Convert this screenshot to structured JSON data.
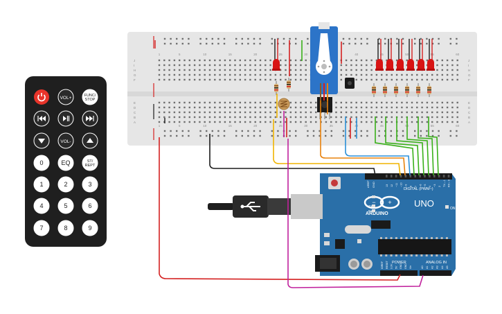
{
  "remote": {
    "buttons": [
      {
        "id": "power",
        "label": "",
        "icon": "power-icon"
      },
      {
        "id": "vol-up",
        "label": "VOL+"
      },
      {
        "id": "func-stop",
        "label": "FUNC/ STOP"
      },
      {
        "id": "rewind",
        "label": "",
        "icon": "rewind-icon"
      },
      {
        "id": "play-pause",
        "label": "",
        "icon": "play-pause-icon"
      },
      {
        "id": "fast-forward",
        "label": "",
        "icon": "fast-forward-icon"
      },
      {
        "id": "down",
        "label": "",
        "icon": "down-arrow-icon"
      },
      {
        "id": "vol-down",
        "label": "VOL-"
      },
      {
        "id": "up",
        "label": "",
        "icon": "up-arrow-icon"
      },
      {
        "id": "num-0",
        "label": "0"
      },
      {
        "id": "eq",
        "label": "EQ"
      },
      {
        "id": "st-rept",
        "label": "ST/ REPT"
      },
      {
        "id": "num-1",
        "label": "1"
      },
      {
        "id": "num-2",
        "label": "2"
      },
      {
        "id": "num-3",
        "label": "3"
      },
      {
        "id": "num-4",
        "label": "4"
      },
      {
        "id": "num-5",
        "label": "5"
      },
      {
        "id": "num-6",
        "label": "6"
      },
      {
        "id": "num-7",
        "label": "7"
      },
      {
        "id": "num-8",
        "label": "8"
      },
      {
        "id": "num-9",
        "label": "9"
      }
    ]
  },
  "breadboard": {
    "row_letters_top": [
      "J",
      "I",
      "H",
      "G",
      "F"
    ],
    "row_letters_bottom": [
      "E",
      "D",
      "C",
      "B",
      "A"
    ],
    "column_numbers": [
      "1",
      "5",
      "10",
      "15",
      "20",
      "25",
      "30",
      "35",
      "40",
      "45",
      "50",
      "55",
      "60"
    ]
  },
  "arduino": {
    "brand_text": "ARDUINO",
    "model_text": "UNO",
    "on_label": "ON",
    "tx_label": "TX",
    "rx_label": "RX",
    "l_label": "L",
    "digital_label": "DIGITAL (PWM~)",
    "power_label": "POWER",
    "analog_label": "ANALOG IN",
    "aref_label": "AREF",
    "gnd_label": "GND",
    "power_pins": [
      "IOREF",
      "RESET",
      "3.3V",
      "5V",
      "GND",
      "GND",
      "Vin"
    ],
    "analog_pins": [
      "A0",
      "A1",
      "A2",
      "A3",
      "A4",
      "A5"
    ],
    "digital_pins": [
      "13",
      "12",
      "~11",
      "~10",
      "~9",
      "8",
      "7",
      "~6",
      "~5",
      "4",
      "~3",
      "2",
      "TX→1",
      "RX←0"
    ]
  },
  "colors": {
    "board_blue": "#2a6fa8",
    "breadboard": "#e6e6e6",
    "led_red": "#d81414",
    "wire_red": "#d42020",
    "wire_black": "#1b1b1b",
    "wire_yellow": "#f0b400",
    "wire_orange": "#e8820c",
    "wire_blue": "#2a8fd8",
    "wire_green": "#38b018",
    "wire_magenta": "#c0209c",
    "servo_blue": "#2c74c8"
  }
}
